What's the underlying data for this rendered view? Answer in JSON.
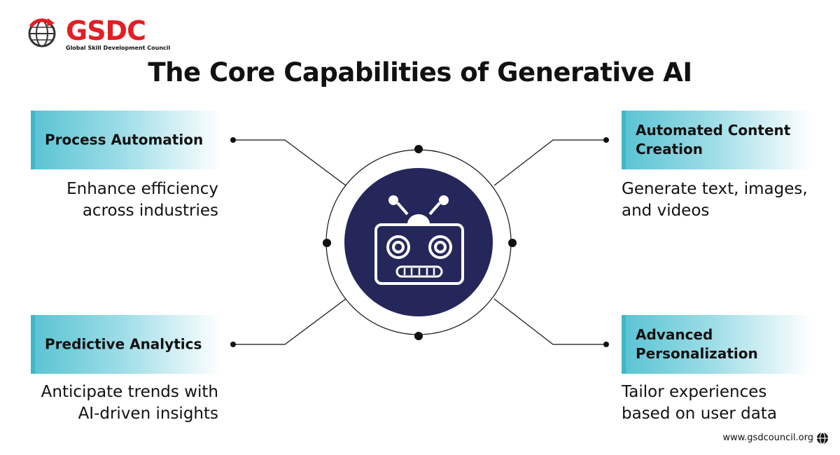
{
  "logo": {
    "name": "GSDC",
    "subtitle": "Global Skill Development Council"
  },
  "title": "The Core Capabilities of Generative AI",
  "capabilities": [
    {
      "label": "Process Automation",
      "description": "Enhance efficiency across industries"
    },
    {
      "label": "Automated Content Creation",
      "description": "Generate text, images, and videos"
    },
    {
      "label": "Predictive Analytics",
      "description": "Anticipate trends with AI-driven insights"
    },
    {
      "label": "Advanced Personalization",
      "description": "Tailor experiences based on user data"
    }
  ],
  "center_icon": "robot-icon",
  "footer": {
    "website": "www.gsdcouncil.org"
  },
  "colors": {
    "accent": "#3fb6c9",
    "navy": "#25275a",
    "brand_red": "#e31e24"
  }
}
